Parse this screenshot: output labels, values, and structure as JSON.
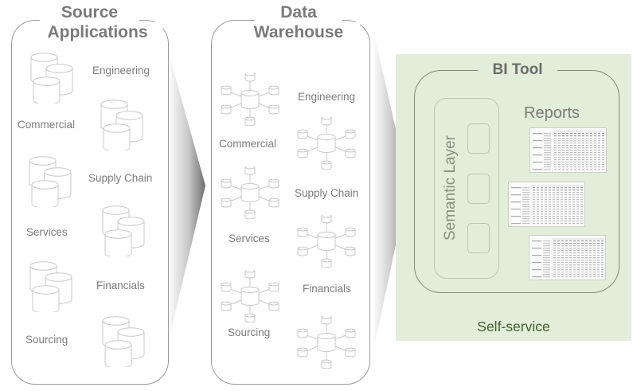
{
  "source_panel": {
    "title_line1": "Source",
    "title_line2": "Applications",
    "items": [
      {
        "label": "Engineering",
        "icon": "database-stack-icon"
      },
      {
        "label": "Commercial",
        "icon": "database-stack-icon"
      },
      {
        "label": "Supply Chain",
        "icon": "database-stack-icon"
      },
      {
        "label": "Services",
        "icon": "database-stack-icon"
      },
      {
        "label": "Financials",
        "icon": "database-stack-icon"
      },
      {
        "label": "Sourcing",
        "icon": "database-stack-icon"
      }
    ]
  },
  "warehouse_panel": {
    "title_line1": "Data",
    "title_line2": "Warehouse",
    "items": [
      {
        "label": "Engineering",
        "icon": "star-schema-icon"
      },
      {
        "label": "Commercial",
        "icon": "star-schema-icon"
      },
      {
        "label": "Supply Chain",
        "icon": "star-schema-icon"
      },
      {
        "label": "Services",
        "icon": "star-schema-icon"
      },
      {
        "label": "Financials",
        "icon": "star-schema-icon"
      },
      {
        "label": "Sourcing",
        "icon": "star-schema-icon"
      }
    ]
  },
  "bi_panel": {
    "title": "BI Tool",
    "semantic_layer": "Semantic Layer",
    "reports_label": "Reports",
    "report_count": 3,
    "footer": "Self-service"
  },
  "colors": {
    "bi_background": "#e2eed9",
    "self_service_text": "#3f5c30",
    "label_text": "#7b7b7b"
  }
}
